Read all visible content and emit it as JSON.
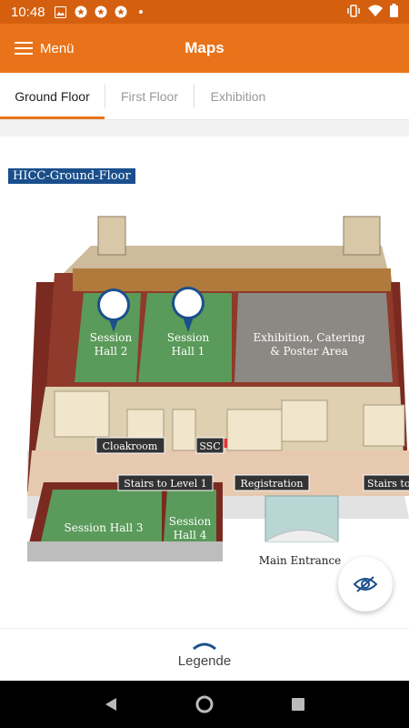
{
  "status": {
    "time": "10:48"
  },
  "app_bar": {
    "menu_label": "Menü",
    "title": "Maps"
  },
  "tabs": [
    {
      "label": "Ground Floor",
      "active": true
    },
    {
      "label": "First Floor",
      "active": false
    },
    {
      "label": "Exhibition",
      "active": false
    }
  ],
  "map": {
    "floor_label": "HICC-Ground-Floor",
    "rooms": {
      "session_hall_2": [
        "Session",
        "Hall 2"
      ],
      "session_hall_1": [
        "Session",
        "Hall 1"
      ],
      "exhibition": [
        "Exhibition, Catering",
        "& Poster Area"
      ],
      "session_hall_3": "Session Hall 3",
      "session_hall_4": [
        "Session",
        "Hall 4"
      ],
      "main_entrance": "Main Entrance"
    },
    "tags": {
      "cloakroom": "Cloakroom",
      "ssc": "SSC",
      "stairs_level1": "Stairs to Level 1",
      "registration": "Registration",
      "stairs_right": "Stairs to"
    }
  },
  "legend": {
    "label": "Legende"
  },
  "colors": {
    "primary": "#e8731a",
    "status": "#d4600f",
    "label_bg": "#1a4f8c"
  }
}
